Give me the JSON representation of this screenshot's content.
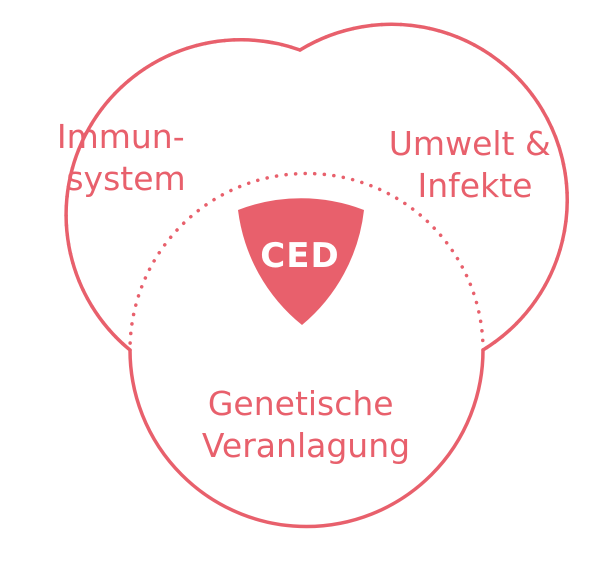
{
  "colors": {
    "accent": "#e8606c",
    "text_on_accent": "#ffffff",
    "background": "#ffffff"
  },
  "sets": [
    {
      "id": "immune",
      "lines": [
        "Immun-",
        "system"
      ]
    },
    {
      "id": "environment",
      "lines": [
        "Umwelt &",
        "Infekte"
      ]
    },
    {
      "id": "genetics",
      "lines": [
        "Genetische",
        "Veranlagung"
      ]
    }
  ],
  "intersection": {
    "label": "CED"
  }
}
